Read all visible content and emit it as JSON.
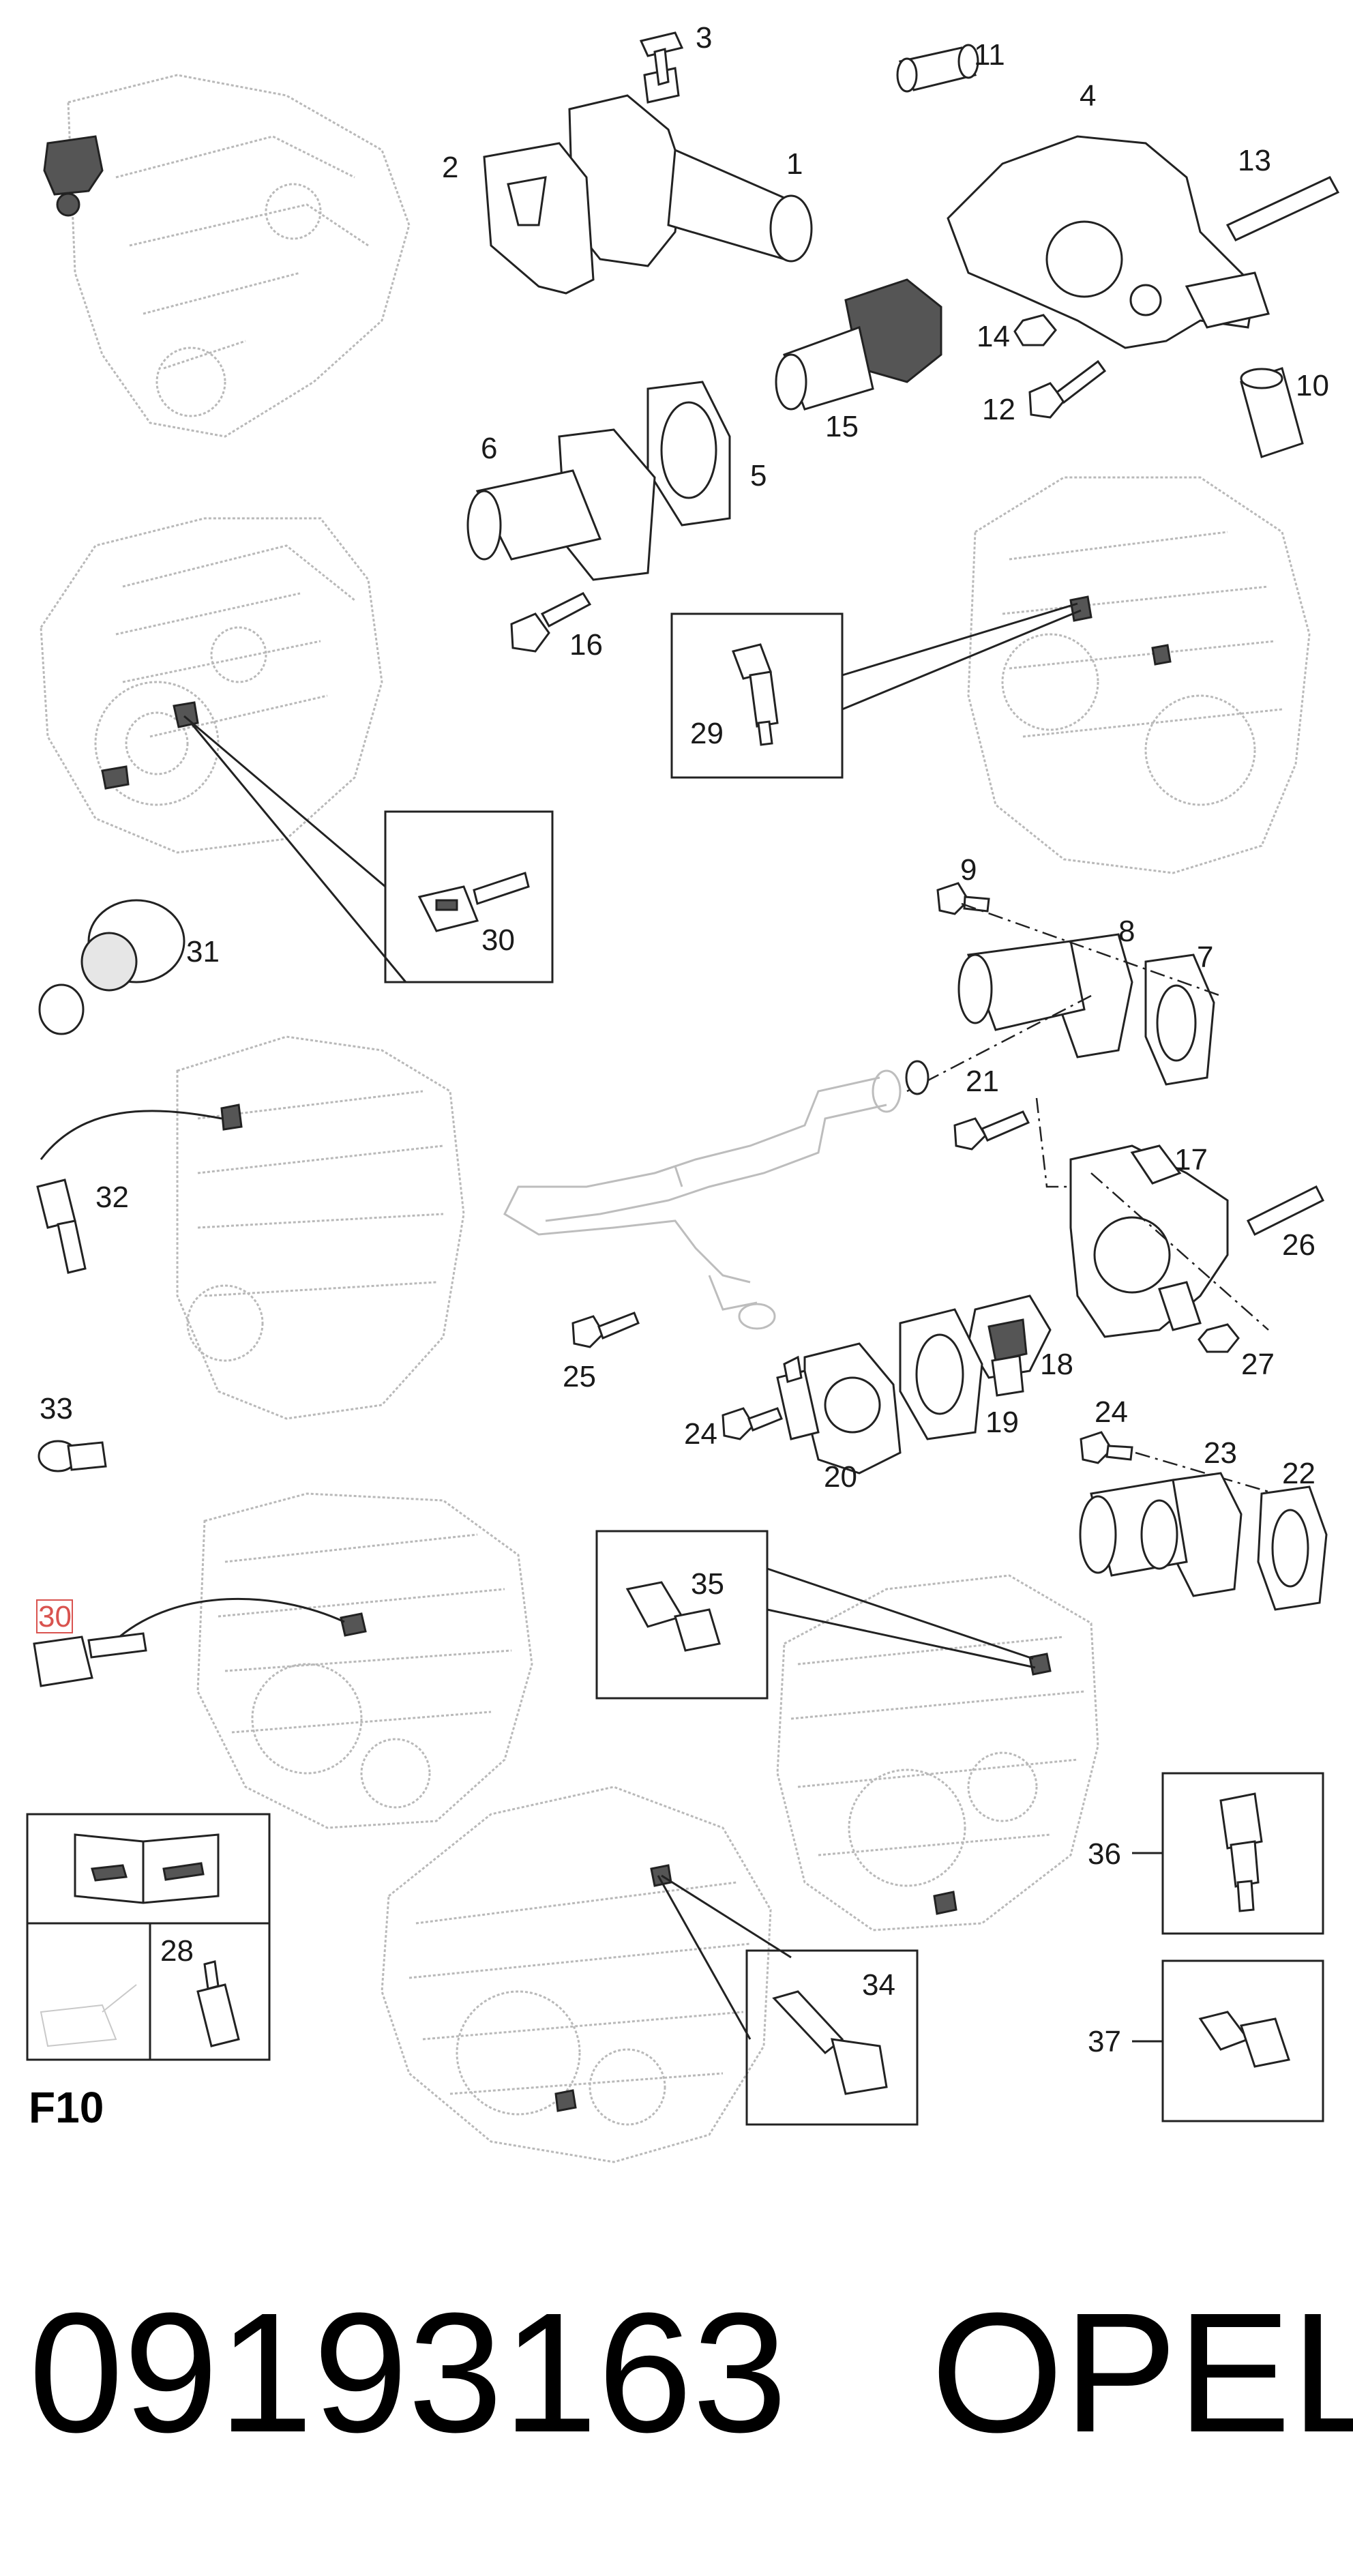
{
  "labels": {
    "n1": "1",
    "n2": "2",
    "n3": "3",
    "n4": "4",
    "n5": "5",
    "n6": "6",
    "n7": "7",
    "n8": "8",
    "n9": "9",
    "n10": "10",
    "n11": "11",
    "n12": "12",
    "n13": "13",
    "n14": "14",
    "n15": "15",
    "n16": "16",
    "n17": "17",
    "n18": "18",
    "n19": "19",
    "n20": "20",
    "n21": "21",
    "n22": "22",
    "n23": "23",
    "n24a": "24",
    "n24b": "24",
    "n25": "25",
    "n26": "26",
    "n27": "27",
    "n28": "28",
    "n29": "29",
    "n30a": "30",
    "n30b": "30",
    "n31": "31",
    "n32": "32",
    "n33": "33",
    "n34": "34",
    "n35": "35",
    "n36": "36",
    "n37": "37"
  },
  "section_code": "F10",
  "part_number": "09193163",
  "brand": "OPEL",
  "highlight_color": "#d9534f"
}
